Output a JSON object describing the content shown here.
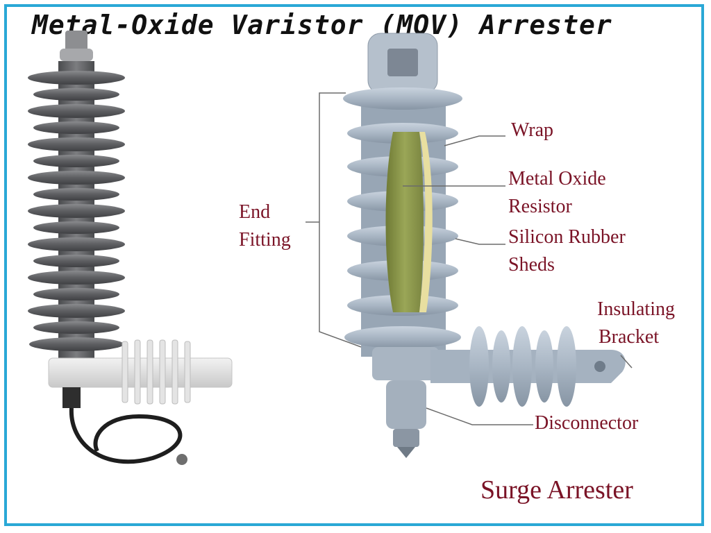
{
  "title": "Metal-Oxide Varistor (MOV) Arrester",
  "labels": {
    "wrap": "Wrap",
    "metal_oxide_line1": "Metal Oxide",
    "metal_oxide_line2": "Resistor",
    "silicon_line1": "Silicon Rubber",
    "silicon_line2": "Sheds",
    "end_line1": "End",
    "end_line2": "Fitting",
    "insulating_line1": "Insulating",
    "insulating_line2": "Bracket",
    "disconnector": "Disconnector"
  },
  "caption": "Surge Arrester",
  "colors": {
    "border": "#2aa8d6",
    "label_text": "#7a1326",
    "left_arrester_sheds": "#5f6063",
    "right_arrester_sheds": "#aab7c5",
    "resistor_core": "#8d9a4a",
    "wrap": "#e8dfa0"
  }
}
